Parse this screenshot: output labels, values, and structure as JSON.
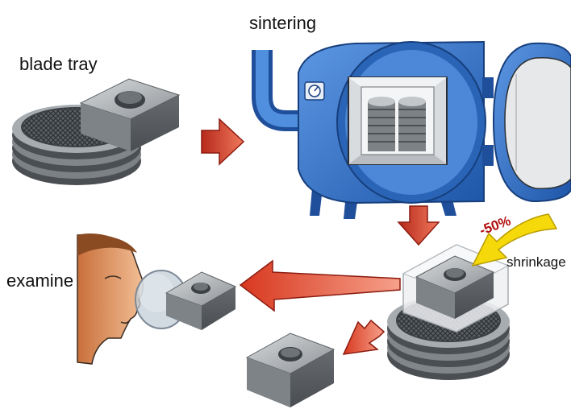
{
  "labels": {
    "sintering": "sintering",
    "blade_tray": "blade tray",
    "examine": "examine",
    "shrinkage": "shrinkage",
    "shrinkage_percent": "-50%"
  },
  "colors": {
    "furnace_blue": "#2f6fc7",
    "furnace_dark": "#1f4f9a",
    "arrow_red": "#e8503a",
    "arrow_dark": "#b62a1c",
    "insert_gray": "#9da2a6",
    "tray_gray": "#8c9196",
    "shrink_yellow": "#f5d90a"
  }
}
